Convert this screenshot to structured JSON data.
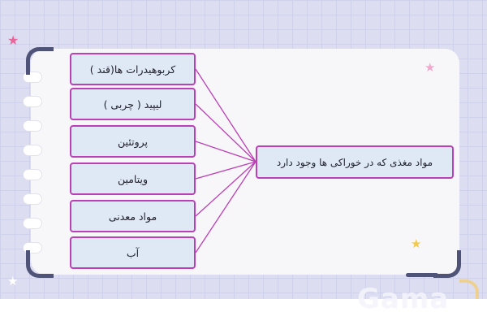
{
  "diagram": {
    "central": "مواد مغذی که در خوراکی ها وجود دارد",
    "items": [
      "کربوهیدرات ها(قند )",
      "لیپید ( چربی )",
      "پروتئین",
      "ویتامین",
      "مواد معدنی",
      "آب"
    ]
  },
  "watermark": "Gama",
  "colors": {
    "box_border": "#bb3fb6",
    "box_fill": "#dfe9f6",
    "connector": "#bb3fb6",
    "background": "#dcddf1",
    "card": "#f7f7f9",
    "frame": "#4f5378",
    "star_pink": "#e8669a",
    "star_light_pink": "#f4a6cf",
    "star_yellow": "#f2c94c",
    "star_white": "#ffffff"
  },
  "icons": [
    "star-icon",
    "star-icon",
    "star-icon",
    "star-icon"
  ]
}
